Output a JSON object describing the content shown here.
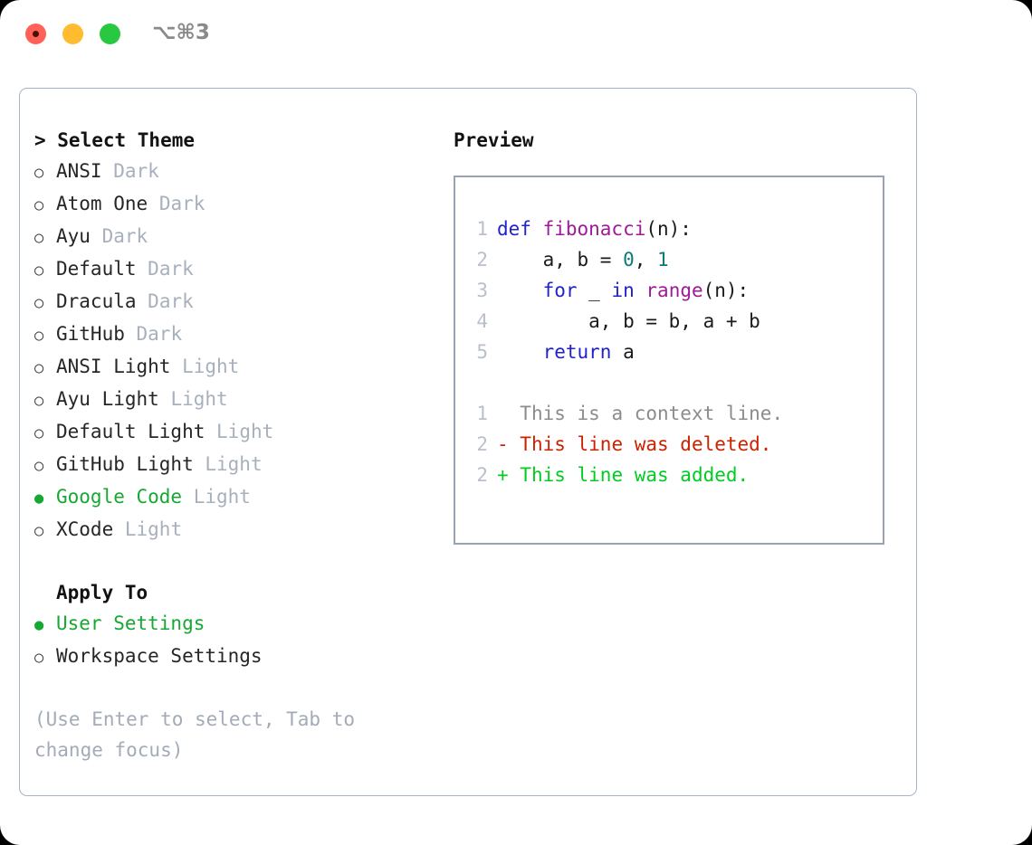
{
  "titlebar": {
    "shortcut": "⌥⌘3",
    "buttons": [
      {
        "name": "close",
        "color": "#ff6058"
      },
      {
        "name": "minimize",
        "color": "#febc2e"
      },
      {
        "name": "zoom",
        "color": "#28c840"
      }
    ]
  },
  "theme_picker": {
    "header": "> Select Theme",
    "options": [
      {
        "bullet": "○",
        "name": "ANSI",
        "kind": "Dark",
        "selected": false
      },
      {
        "bullet": "○",
        "name": "Atom One",
        "kind": "Dark",
        "selected": false
      },
      {
        "bullet": "○",
        "name": "Ayu",
        "kind": "Dark",
        "selected": false
      },
      {
        "bullet": "○",
        "name": "Default",
        "kind": "Dark",
        "selected": false
      },
      {
        "bullet": "○",
        "name": "Dracula",
        "kind": "Dark",
        "selected": false
      },
      {
        "bullet": "○",
        "name": "GitHub",
        "kind": "Dark",
        "selected": false
      },
      {
        "bullet": "○",
        "name": "ANSI Light",
        "kind": "Light",
        "selected": false
      },
      {
        "bullet": "○",
        "name": "Ayu Light",
        "kind": "Light",
        "selected": false
      },
      {
        "bullet": "○",
        "name": "Default Light",
        "kind": "Light",
        "selected": false
      },
      {
        "bullet": "○",
        "name": "GitHub Light",
        "kind": "Light",
        "selected": false
      },
      {
        "bullet": "●",
        "name": "Google Code",
        "kind": "Light",
        "selected": true
      },
      {
        "bullet": "○",
        "name": "XCode",
        "kind": "Light",
        "selected": false
      }
    ]
  },
  "apply_to": {
    "header": "Apply To",
    "options": [
      {
        "bullet": "●",
        "name": "User Settings",
        "selected": true
      },
      {
        "bullet": "○",
        "name": "Workspace Settings",
        "selected": false
      }
    ]
  },
  "hint": "(Use Enter to select, Tab to change focus)",
  "preview": {
    "title": "Preview",
    "code_lines": [
      {
        "no": "1",
        "segments": [
          {
            "text": "def ",
            "tok": "kw"
          },
          {
            "text": "fibonacci",
            "tok": "fn"
          },
          {
            "text": "(n):",
            "tok": "punct"
          }
        ]
      },
      {
        "no": "2",
        "segments": [
          {
            "text": "    a, b = ",
            "tok": "plain"
          },
          {
            "text": "0",
            "tok": "num"
          },
          {
            "text": ", ",
            "tok": "plain"
          },
          {
            "text": "1",
            "tok": "num"
          }
        ]
      },
      {
        "no": "3",
        "segments": [
          {
            "text": "    ",
            "tok": "plain"
          },
          {
            "text": "for",
            "tok": "kw"
          },
          {
            "text": " _ ",
            "tok": "plain"
          },
          {
            "text": "in",
            "tok": "kw"
          },
          {
            "text": " ",
            "tok": "plain"
          },
          {
            "text": "range",
            "tok": "fn"
          },
          {
            "text": "(n):",
            "tok": "punct"
          }
        ]
      },
      {
        "no": "4",
        "segments": [
          {
            "text": "        a, b = b, a + b",
            "tok": "plain"
          }
        ]
      },
      {
        "no": "5",
        "segments": [
          {
            "text": "    ",
            "tok": "plain"
          },
          {
            "text": "return",
            "tok": "kw"
          },
          {
            "text": " a",
            "tok": "plain"
          }
        ]
      }
    ],
    "diff_lines": [
      {
        "no": "1",
        "marker": "  ",
        "text": "This is a context line.",
        "kind": "context"
      },
      {
        "no": "2",
        "marker": "- ",
        "text": "This line was deleted.",
        "kind": "deleted"
      },
      {
        "no": "2",
        "marker": "+ ",
        "text": "This line was added.",
        "kind": "added"
      }
    ]
  },
  "colors": {
    "accent_green": "#16a832",
    "muted": "#a8b0bd",
    "keyword": "#2222cc",
    "function": "#a0199a",
    "number": "#0b7a78",
    "diff_added": "#00cc22",
    "diff_deleted": "#cc2200",
    "panel_border": "#a9b4c2"
  }
}
